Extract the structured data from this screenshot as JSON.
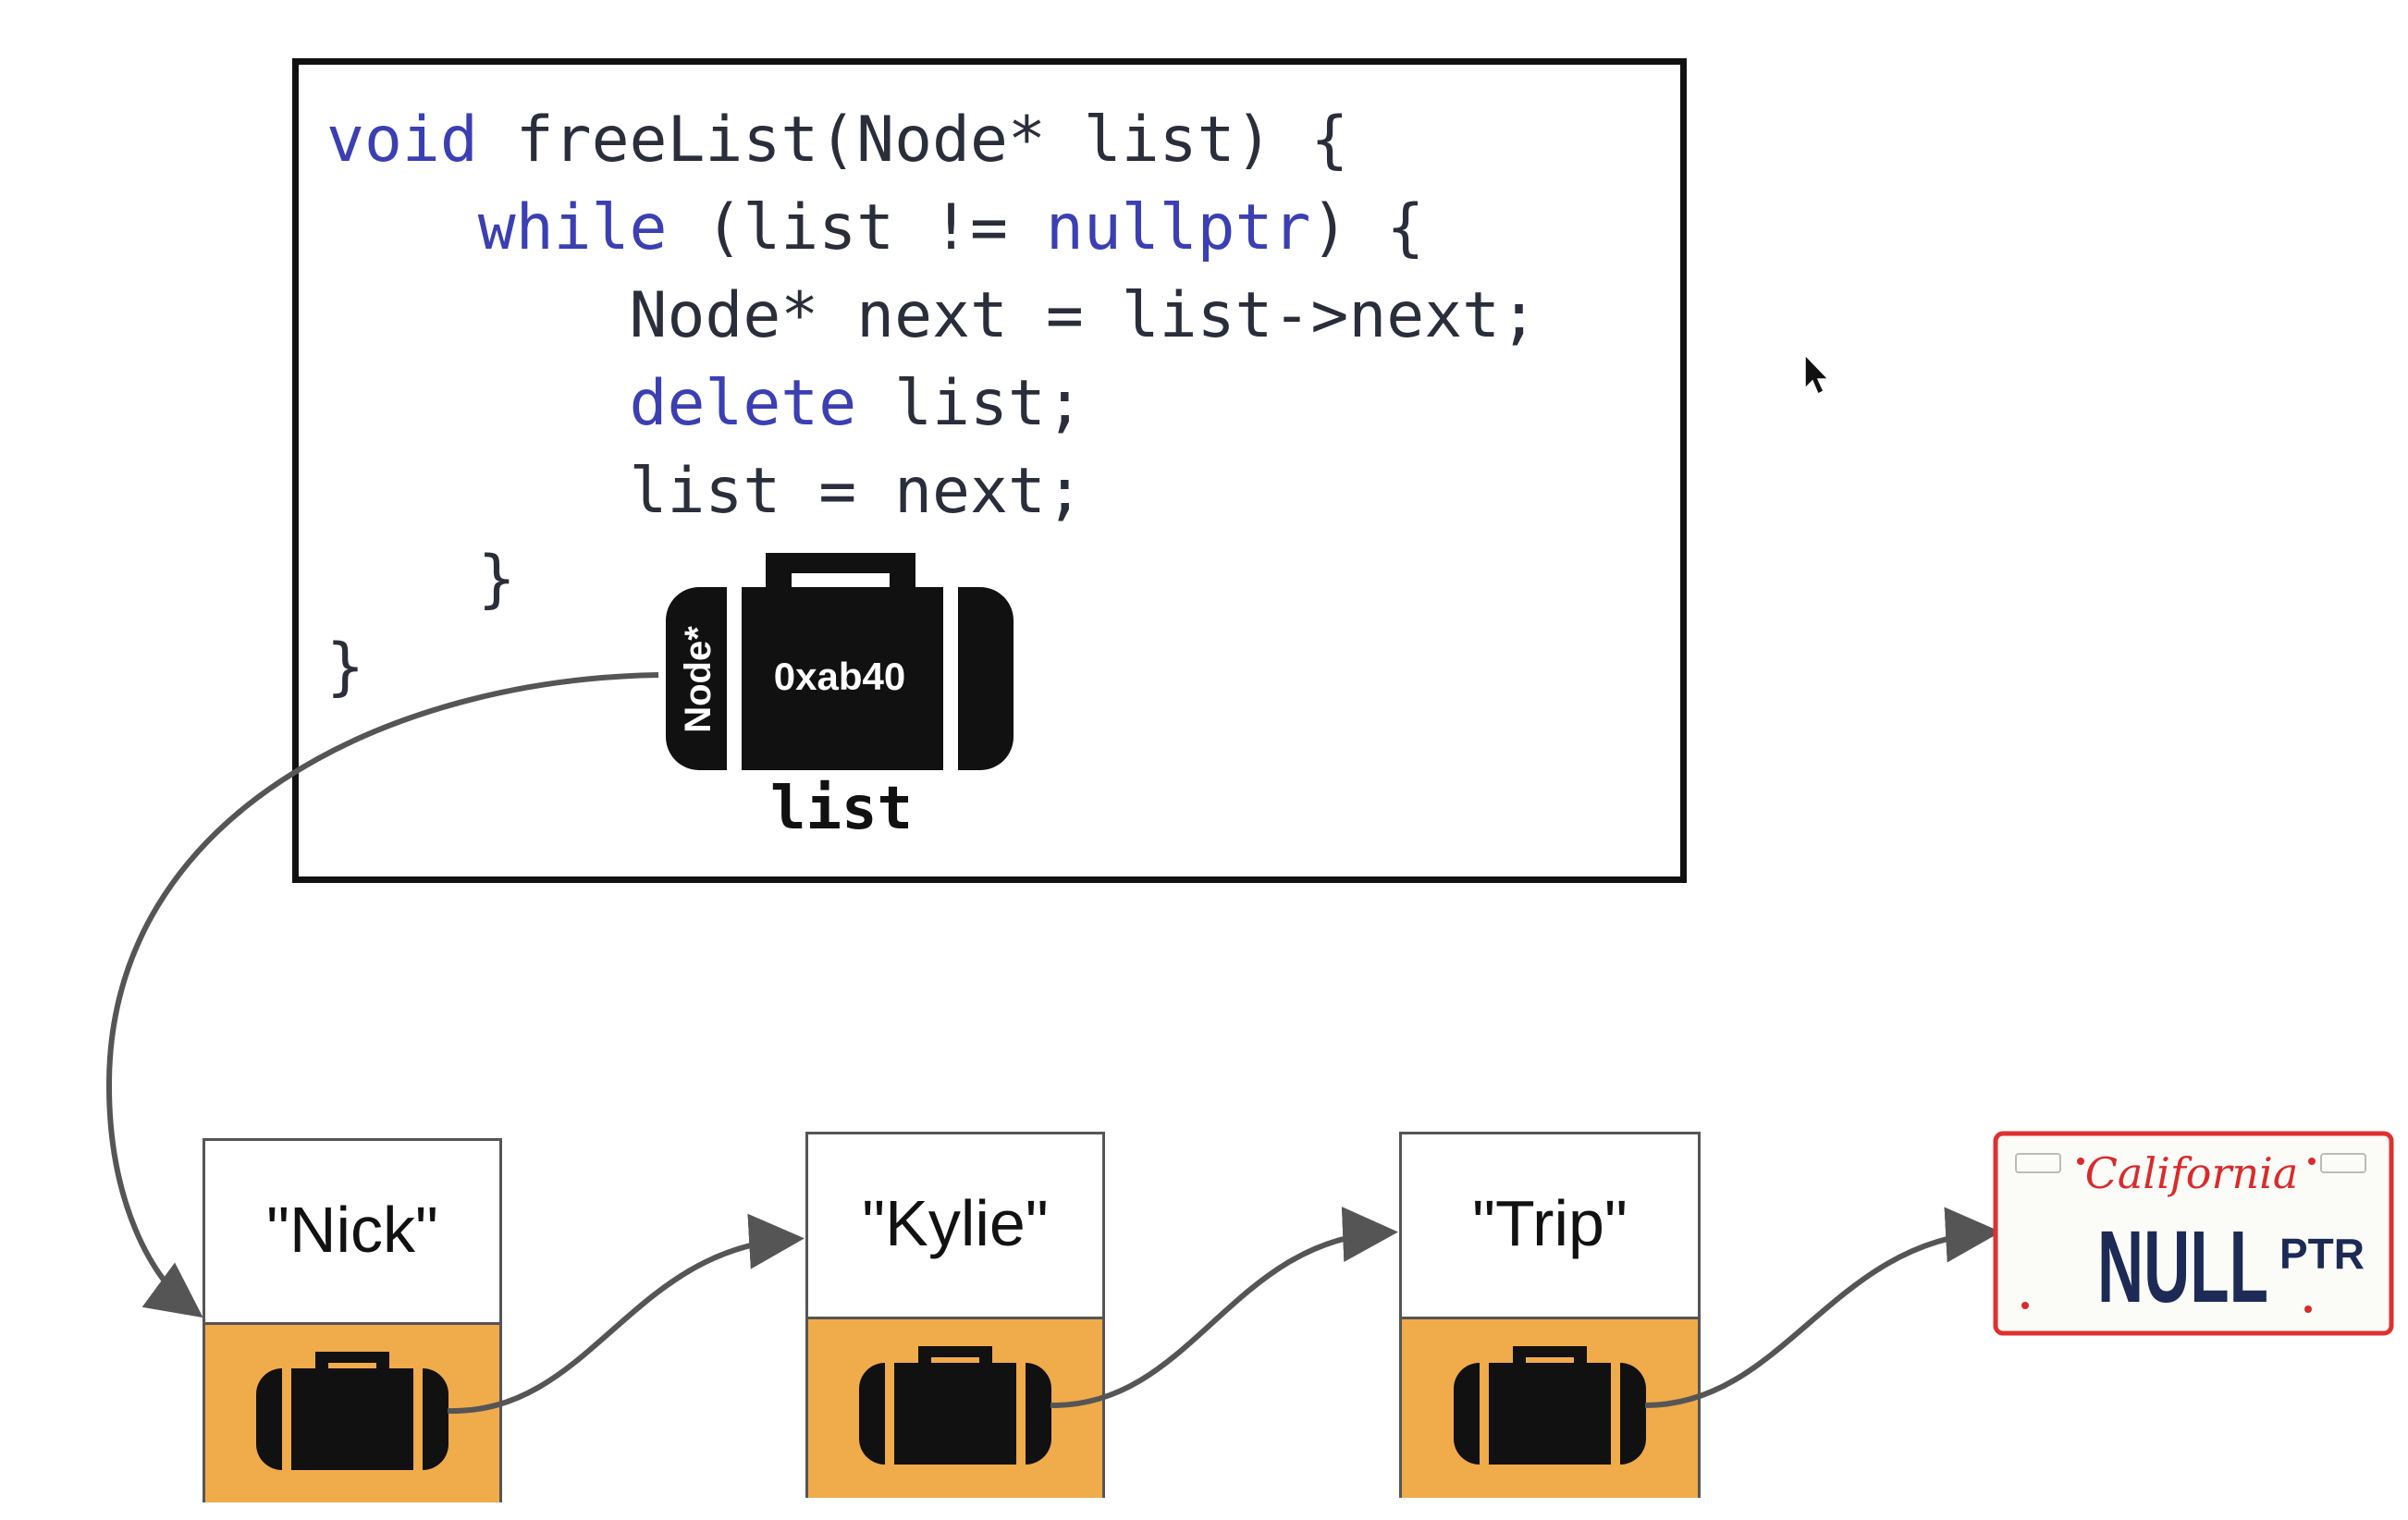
{
  "code": {
    "l1": {
      "kw": "void",
      "rest": " freeList(Node* list) {"
    },
    "l2": {
      "indent": "    ",
      "kw1": "while",
      "mid": " (list != ",
      "kw2": "nullptr",
      "rest": ") {"
    },
    "l3": {
      "text": "        Node* next = list->next;"
    },
    "l4": {
      "indent": "        ",
      "kw": "delete",
      "rest": " list;"
    },
    "l5": {
      "text": "        list = next;"
    },
    "l6": {
      "text": "    }"
    },
    "l7": {
      "text": "}"
    }
  },
  "pointer_var": {
    "type": "Node*",
    "value": "0xab40",
    "name": "list"
  },
  "nodes": [
    {
      "value": "\"Nick\""
    },
    {
      "value": "\"Kylie\""
    },
    {
      "value": "\"Trip\""
    }
  ],
  "plate": {
    "state": "California",
    "main": "NULL",
    "suffix": "PTR"
  },
  "colors": {
    "keyword": "#3b3fb3",
    "node_bottom": "#f0ab4b",
    "plate_border": "#e03030",
    "plate_text": "#1c2a55",
    "plate_script": "#d92b2b"
  }
}
